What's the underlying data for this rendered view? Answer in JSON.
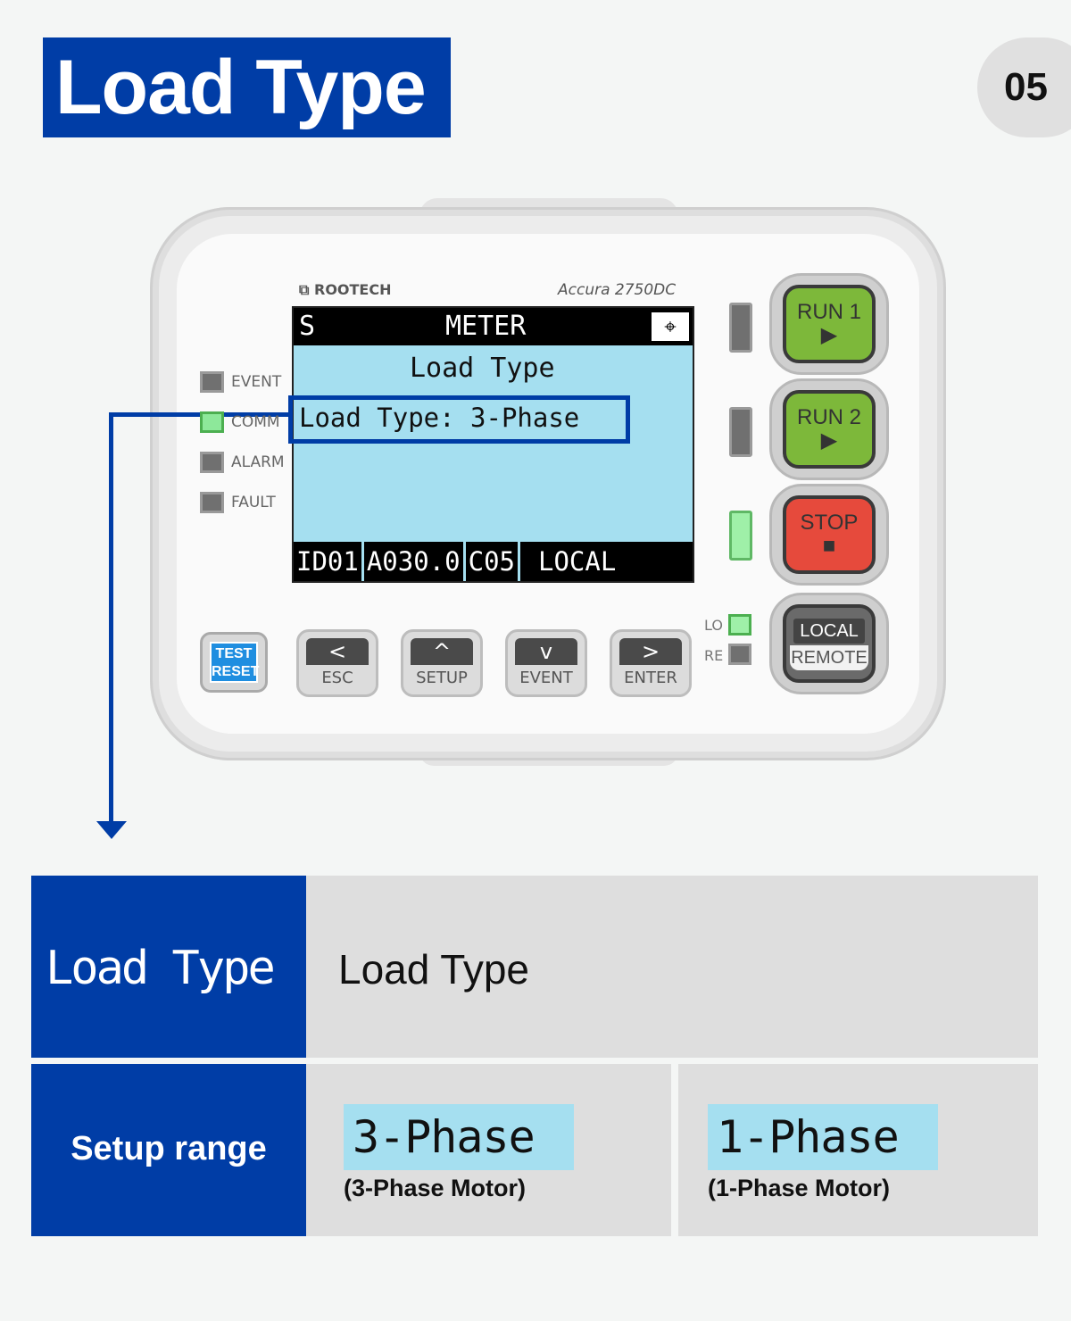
{
  "header": {
    "title": "Load Type",
    "page_number": "05"
  },
  "device": {
    "brand": "⧉ ROOTECH",
    "model": "Accura 2750DC",
    "lcd": {
      "top_left": "S",
      "top_center": "METER",
      "top_icon": "⌖",
      "heading": "Load Type",
      "row": "Load Type: 3-Phase",
      "status": [
        "ID01",
        "A030.0",
        "C05",
        "LOCAL"
      ]
    },
    "indicators": [
      {
        "label": "EVENT",
        "color": "#707070"
      },
      {
        "label": "COMM",
        "color": "#8de89a"
      },
      {
        "label": "ALARM",
        "color": "#707070"
      },
      {
        "label": "FAULT",
        "color": "#707070"
      }
    ],
    "buttons": {
      "run1": "RUN 1",
      "run2": "RUN 2",
      "stop": "STOP",
      "local": "LOCAL",
      "remote": "REMOTE",
      "play_glyph": "▶",
      "stop_glyph": "■",
      "test": "TEST",
      "reset": "RESET"
    },
    "keys": [
      {
        "glyph": "<",
        "label": "ESC"
      },
      {
        "glyph": "^",
        "label": "SETUP"
      },
      {
        "glyph": "v",
        "label": "EVENT"
      },
      {
        "glyph": ">",
        "label": "ENTER"
      }
    ],
    "lo_label": "LO",
    "re_label": "RE"
  },
  "table": {
    "param_lcd_name": "Load Type",
    "param_desc": "Load Type",
    "setup_label": "Setup range",
    "options": [
      {
        "lcd": "3-Phase",
        "desc": "(3-Phase Motor)"
      },
      {
        "lcd": "1-Phase",
        "desc": "(1-Phase Motor)"
      }
    ]
  },
  "colors": {
    "accent": "#003da6",
    "lcd_bg": "#a5dff0",
    "run": "#7db83a",
    "stop": "#e64a3c"
  }
}
